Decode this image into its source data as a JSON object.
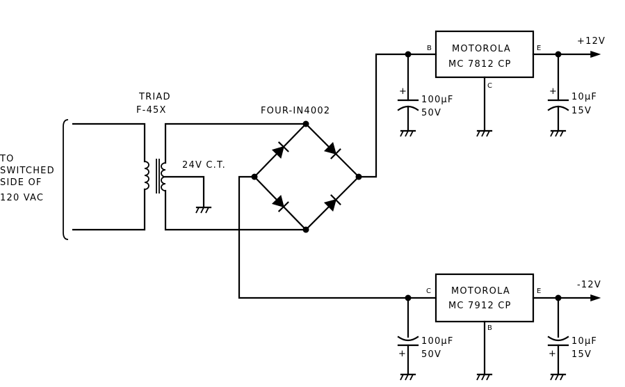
{
  "source": {
    "line1": "TO",
    "line2": "SWITCHED",
    "line3": "SIDE OF",
    "line4": "120 VAC"
  },
  "transformer": {
    "name": "TRIAD",
    "model": "F-45X",
    "ct_label": "24V C.T."
  },
  "bridge": {
    "label": "FOUR-IN4002"
  },
  "reg_pos": {
    "brand": "MOTOROLA",
    "part": "MC 7812 CP",
    "pin_in": "B",
    "pin_out": "E",
    "pin_gnd": "C",
    "output": "+12V",
    "cin_value": "100µF",
    "cin_voltage": "50V",
    "cout_value": "10µF",
    "cout_voltage": "15V",
    "polarity": "+"
  },
  "reg_neg": {
    "brand": "MOTOROLA",
    "part": "MC 7912 CP",
    "pin_in": "C",
    "pin_out": "E",
    "pin_gnd": "B",
    "output": "-12V",
    "cin_value": "100µF",
    "cin_voltage": "50V",
    "cout_value": "10µF",
    "cout_voltage": "15V",
    "polarity": "+"
  }
}
